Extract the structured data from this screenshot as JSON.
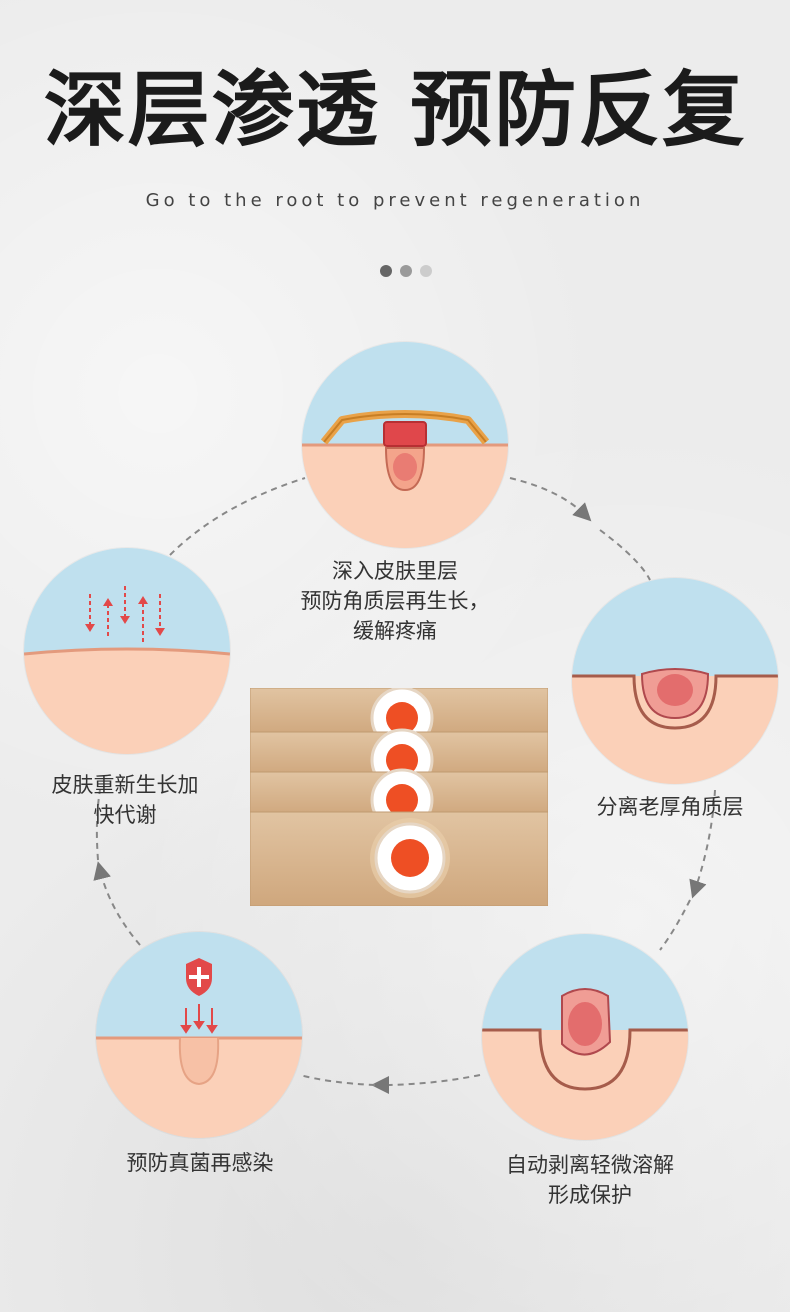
{
  "header": {
    "title": "深层渗透 预防反复",
    "subtitle": "Go to the root to prevent regeneration"
  },
  "pager": {
    "dot_colors": [
      "#666666",
      "#9a9a9a",
      "#cccccc"
    ]
  },
  "colors": {
    "skin_light": "#fbd3bd",
    "skin_mid": "#f4b79b",
    "water_blue": "#bfe0ee",
    "lesion_red": "#e0575b",
    "callus_orange": "#e9a248",
    "arrow_red": "#e24949",
    "patch_tan": "#d9b893",
    "patch_dot": "#ee4f24"
  },
  "steps": [
    {
      "id": "step-top",
      "text": [
        "深入皮肤里层",
        "预防角质层再生长，",
        "缓解疼痛"
      ]
    },
    {
      "id": "step-right",
      "text": [
        "分离老厚角质层"
      ]
    },
    {
      "id": "step-bottom-right",
      "text": [
        "自动剥离轻微溶解",
        "形成保护"
      ]
    },
    {
      "id": "step-bottom-left",
      "text": [
        "预防真菌再感染"
      ]
    },
    {
      "id": "step-left",
      "text": [
        "皮肤重新生长加",
        "快代谢"
      ]
    }
  ]
}
